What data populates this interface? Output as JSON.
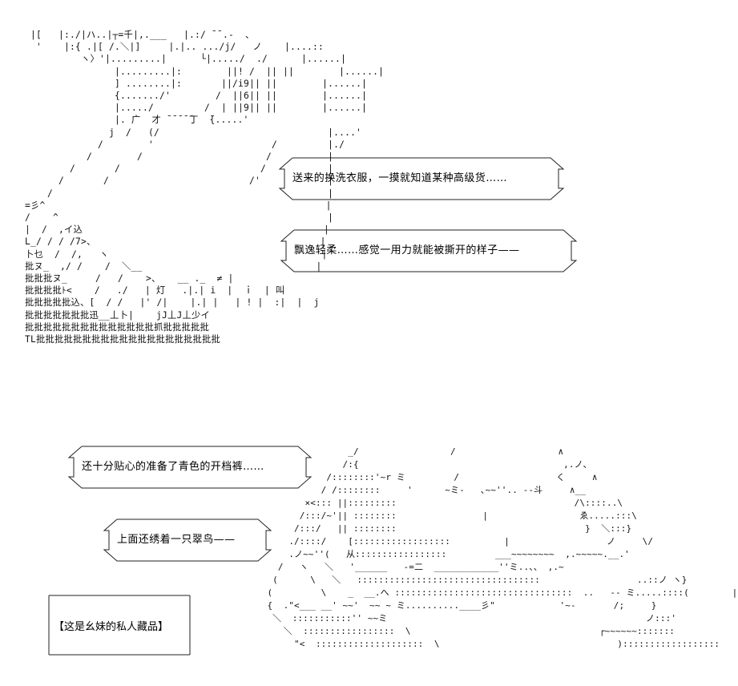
{
  "speech_bubbles": [
    {
      "text": "送来的换洗衣服，一摸就知道某种高级货……"
    },
    {
      "text": "飘逸轻柔……感觉一用力就能被撕开的样子——"
    },
    {
      "text": "还十分贴心的准备了青色的开档裤……"
    },
    {
      "text": "上面还绣着一只翠鸟——"
    }
  ],
  "caption_box": {
    "text": "【这是幺妹的私人藏品】"
  },
  "ascii_art": {
    "top": " |[   |:./|ハ..|┬=千|,.___   |.:/ ̄ ̄ .-  、\n  '    |:{ .|[ /.＼|]     |.|.. .../j/   ノ    |....::\n          ヽ〉'|.........|      └|...../  ./      |......|\n                |.........|:        ||! /  || ||        |......|\n                ] ........|:       ||/i9|| ||        |......|\n                {......./'        /  ||6|| ||        |......|\n                |...../         /  | ||9|| ||        |......|\n                |. 广  才 ̄ ̄ ̄ ̄ ̄丁  ̄{.....'\n               j  /   (/                              |....'\n             /        '                     /         |./\n           /        /                      /          |\n        /       /                         /           |\n      /       /                         /'            |\n    /                                                 |\n=彡^                                                  |\n/    ^                                                |\n|  /  ,イ込                                           |\nL_/ / / /7>、                                        |\n卜乜  /  /,   ヽ                                      |\n批ヌ_  ,/ /    /  ＼__                               |\n批批批ヌ_     /   /    >、   __ ._  ≠ |\n批批批批ﾄ<    /   ./   | 灯   .|.| i  |  ｉ  | 叫\n批批批批批込、[  / /   |' /|    |.| |   | ! |  :|  |  j\n批批批批批批批迅__丄卜|    jJ丄J丄少イ\n批批批批批批批批批批批批批批抓批批批批批\nTL批批批批批批批批批批批批批批批批批批批批",
    "bottom": "                 _/                 /                   ∧\n                /:{                                      ,.ノ、\n             /::::::::'~r ミ         /                  く     ∧\n            / /::::::::     '      ~ミ-   ､~~''.. --斗     ∧__\n         ×<::: ||:::::::::                                 /\\::::..\\\n        /:::/~'|| ::::::::                |                 ゑ.....:::\\\n       /:::/   || ::::::::                                   }  ＼:::}\n      ./::::/    [::::::::::::::::::          |                  ノ     \\/\n      .ノ~~''(   从:::::::::::::::::         ___~~~~~~~~  ,.~~~~~.__.'\n    /   ヽ   ＼   '______   -=二  ____________''ミ..、、 ,.~\n   (      \\   ＼   ::::::::::::::::::::::::::::::::::                  ..::ノ ヽ}\n  (         \\    _  __.へ :::::::::::::::::::::::::::::::::  ..   -- ミ.....::::(        |  ＼\n  {  .\"<___ __' ~~'  ~~ ~ ミ..........____彡\"            '~-       /;     }\n   ＼  :::::::::::'' ~~ミ                                                ノ:::'\n     ＼  :::::::::::::::::  \\                                   ┌~~~~~~:::::::\n       \"<  ::::::::::::::::::::  \\                                 )::::::::::::::::::"
  }
}
